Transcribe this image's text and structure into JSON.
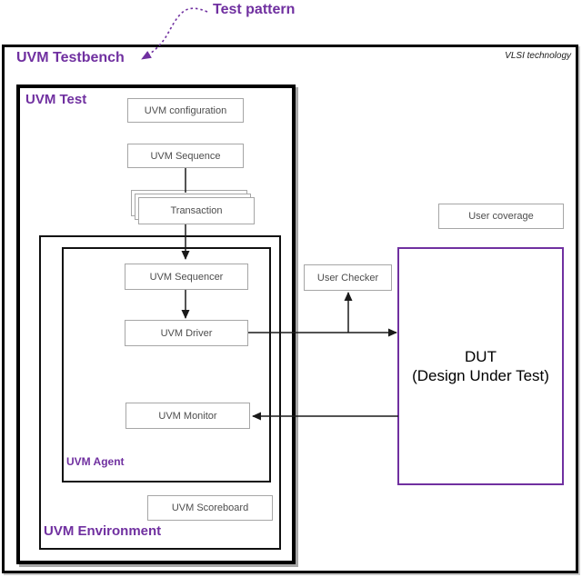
{
  "colors": {
    "accent_purple": "#7030A0",
    "box_border_gray": "#A6A6A6",
    "line_black": "#1A1A1A"
  },
  "annotation": {
    "test_pattern_label": "Test pattern"
  },
  "testbench": {
    "title": "UVM Testbench",
    "vendor_note": "VLSI technology"
  },
  "uvm_test": {
    "title": "UVM Test",
    "configuration_label": "UVM configuration",
    "sequence_label": "UVM Sequence",
    "transaction_label": "Transaction"
  },
  "environment": {
    "title": "UVM Environment",
    "scoreboard_label": "UVM Scoreboard"
  },
  "agent": {
    "title": "UVM Agent",
    "sequencer_label": "UVM Sequencer",
    "driver_label": "UVM Driver",
    "monitor_label": "UVM Monitor"
  },
  "dut": {
    "line1": "DUT",
    "line2": "(Design Under Test)"
  },
  "external": {
    "coverage_label": "User coverage",
    "checker_label": "User Checker"
  },
  "connections": [
    {
      "from": "test-pattern-label",
      "to": "uvm-testbench",
      "style": "dotted-purple"
    },
    {
      "from": "uvm-sequence",
      "to": "transaction",
      "style": "plain"
    },
    {
      "from": "transaction",
      "to": "uvm-sequencer",
      "style": "arrow"
    },
    {
      "from": "uvm-sequencer",
      "to": "uvm-driver",
      "style": "arrow"
    },
    {
      "from": "uvm-driver",
      "to": "dut",
      "style": "arrow"
    },
    {
      "from": "uvm-driver",
      "to": "user-checker",
      "style": "arrow"
    },
    {
      "from": "dut",
      "to": "uvm-monitor",
      "style": "arrow"
    }
  ]
}
